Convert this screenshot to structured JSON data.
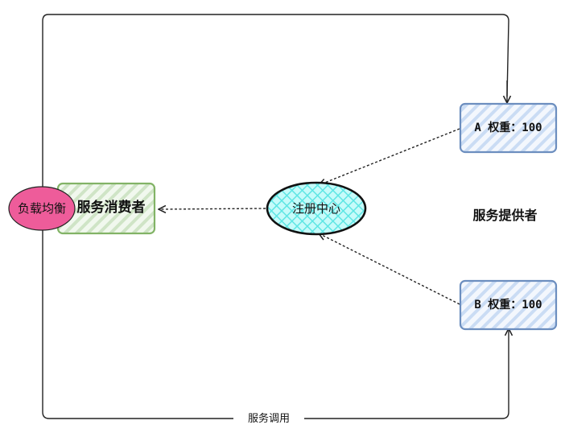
{
  "nodes": {
    "load_balancer": {
      "label": "负载均衡",
      "fill": "#ee5c9a"
    },
    "consumer": {
      "label": "服务消费者",
      "fill": "#d5e8cf",
      "stroke": "#7fb26a"
    },
    "registry": {
      "label": "注册中心",
      "fill": "#7ff3f0",
      "stroke": "#111111"
    },
    "provider_a": {
      "label": "A 权重：100",
      "fill": "#dae6f8",
      "stroke": "#6c8ebf"
    },
    "provider_b": {
      "label": "B 权重：100",
      "fill": "#dae6f8",
      "stroke": "#6c8ebf"
    }
  },
  "labels": {
    "providers": "服务提供者",
    "service_call": "服务调用"
  },
  "colors": {
    "line": "#222222"
  }
}
